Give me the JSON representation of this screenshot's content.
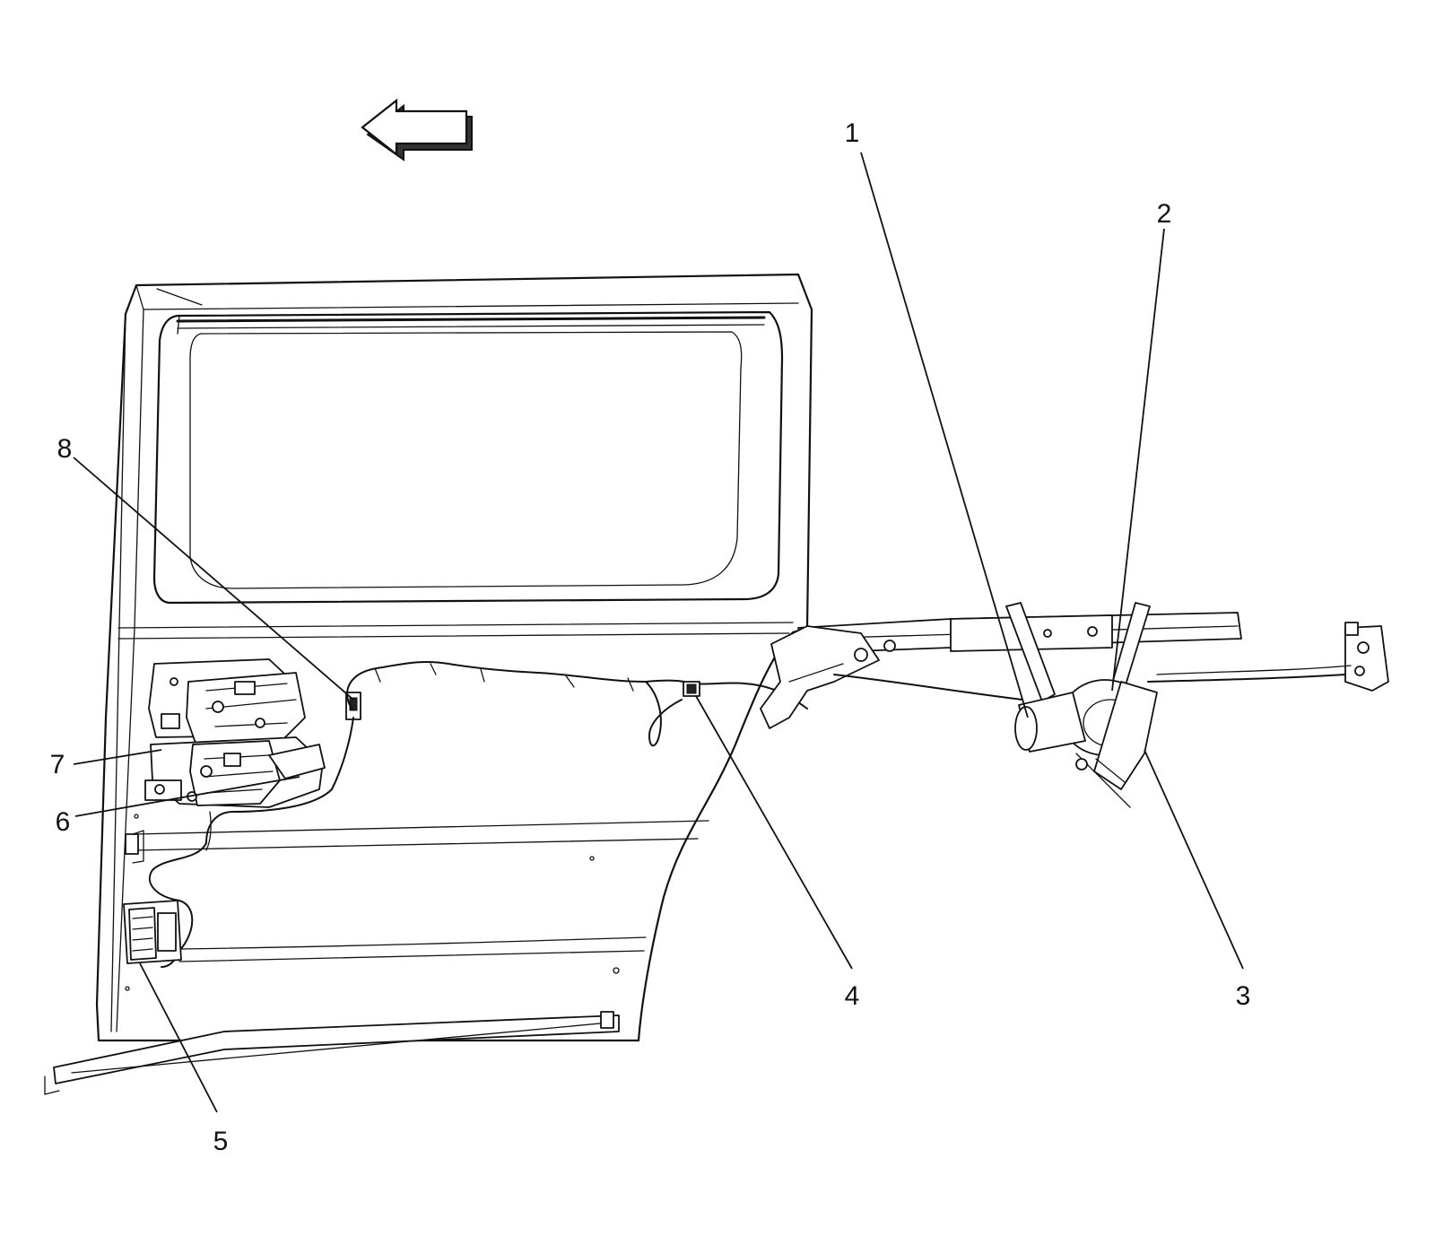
{
  "callouts": [
    {
      "id": "1",
      "label": "1"
    },
    {
      "id": "2",
      "label": "2"
    },
    {
      "id": "3",
      "label": "3"
    },
    {
      "id": "4",
      "label": "4"
    },
    {
      "id": "5",
      "label": "5"
    },
    {
      "id": "6",
      "label": "6"
    },
    {
      "id": "7",
      "label": "7"
    },
    {
      "id": "8",
      "label": "8"
    }
  ],
  "direction_arrow": {
    "icon": "arrow-left-icon",
    "meaning": "forward"
  }
}
